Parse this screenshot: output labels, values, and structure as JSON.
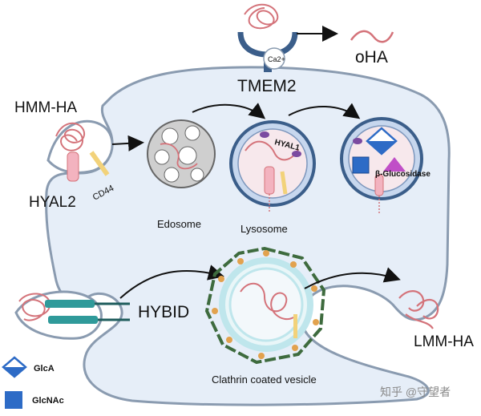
{
  "labels": {
    "oha": "oHA",
    "tmem2": "TMEM2",
    "calcium": "Ca2+",
    "hmm_ha": "HMM-HA",
    "hyal2": "HYAL2",
    "cd44": "CD44",
    "edosome": "Edosome",
    "lysosome": "Lysosome",
    "hyal1": "HYAL1",
    "beta_glucosidase": "β-Glucosidase",
    "hybid": "HYBID",
    "lmm_ha": "LMM-HA",
    "clathrin_vesicle": "Clathrin coated vesicle"
  },
  "legend": {
    "glca": "GlcA",
    "glcnac": "GlcNAc"
  },
  "watermark": "知乎 @守望者",
  "colors": {
    "cell_fill": "#e6eef8",
    "cell_stroke": "#8a9bb0",
    "ha_strand": "#d4737a",
    "receptor_pink": "#f3b3bf",
    "cd44_yellow": "#f2d27a",
    "hybid_teal": "#2f9a9a",
    "glcnac_blue": "#2d6bc6",
    "glca_blue": "#2d6bc6",
    "beta_glucosidase": "#c04fc7",
    "hyal1_purple": "#7b4aa0",
    "vesicle_green": "#3e6b3e",
    "vesicle_orange": "#e2a24e",
    "vesicle_ring": "#bfe6ec",
    "tmem2_blue": "#3b5e8a"
  }
}
